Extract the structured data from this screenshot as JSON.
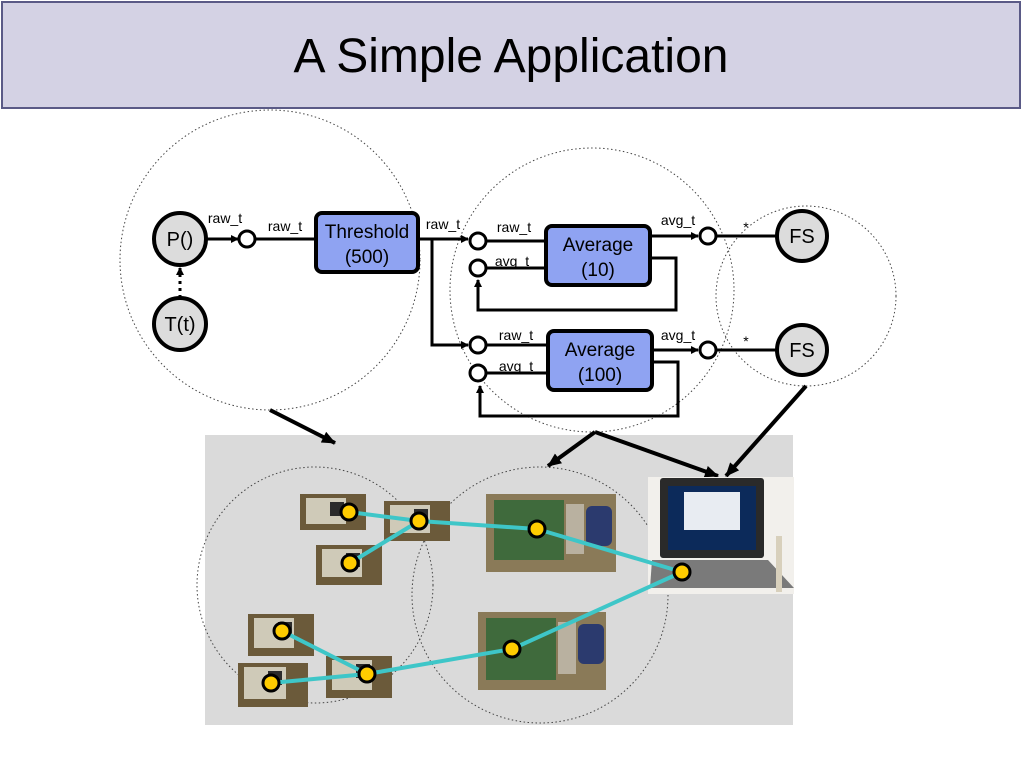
{
  "title": "A Simple Application",
  "nodes": {
    "p": "P()",
    "t": "T(t)",
    "threshold": {
      "line1": "Threshold",
      "line2": "(500)"
    },
    "average1": {
      "line1": "Average",
      "line2": "(10)"
    },
    "average2": {
      "line1": "Average",
      "line2": "(100)"
    },
    "fs1": "FS",
    "fs2": "FS"
  },
  "ports": {
    "raw_t_1": "raw_t",
    "raw_t_2": "raw_t",
    "raw_t_3": "raw_t",
    "raw_t_4": "raw_t",
    "raw_t_5": "raw_t",
    "avg_t_fb1": "avg_t",
    "avg_t_fb2": "avg_t",
    "avg_t_out1": "avg_t",
    "avg_t_out2": "avg_t",
    "star1": "*",
    "star2": "*"
  },
  "colors": {
    "title_bg": "#d4d2e4",
    "title_border": "#5a5a86",
    "box_fill": "#8fa3f2",
    "node_fill": "#dcdcdc",
    "link": "#3ec6c8",
    "mote": "#ffcc00",
    "photo_bg": "#dadada"
  }
}
